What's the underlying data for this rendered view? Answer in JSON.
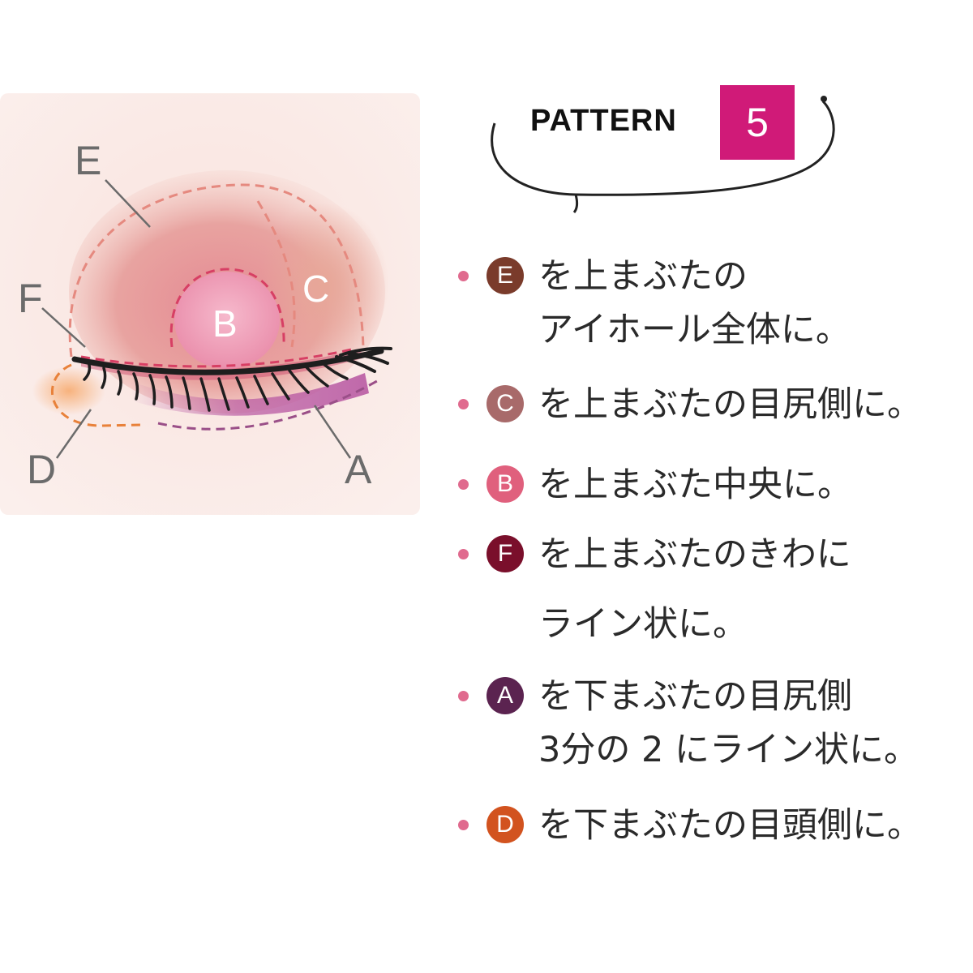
{
  "diagram": {
    "zone_labels": {
      "E": "E",
      "F": "F",
      "D": "D",
      "B": "B",
      "C": "C",
      "A": "A"
    }
  },
  "pattern": {
    "label": "PATTERN",
    "number": "5",
    "badge_color": "#d01a78"
  },
  "bullet_color": "#e06a8e",
  "steps": [
    {
      "badge": "E",
      "color": "#7a3b2b",
      "line1": "を上まぶたの",
      "line2": "アイホール全体に。"
    },
    {
      "badge": "C",
      "color": "#a86a6a",
      "line1": "を上まぶたの目尻側に。",
      "line2": ""
    },
    {
      "badge": "B",
      "color": "#e0607d",
      "line1": "を上まぶた中央に。",
      "line2": ""
    },
    {
      "badge": "F",
      "color": "#7a0f2b",
      "line1": "を上まぶたのきわに",
      "line2": "ライン状に。"
    },
    {
      "badge": "A",
      "color": "#5b2350",
      "line1": "を下まぶたの目尻側",
      "line2": "3分の 2 にライン状に。"
    },
    {
      "badge": "D",
      "color": "#d2531f",
      "line1": "を下まぶたの目頭側に。",
      "line2": ""
    }
  ]
}
